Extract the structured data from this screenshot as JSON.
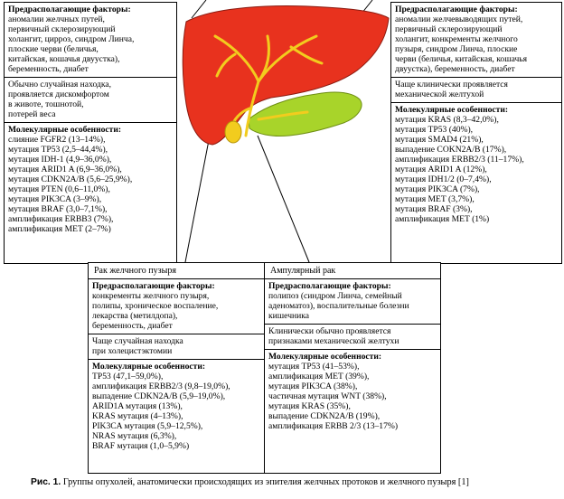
{
  "left_box": {
    "factors_title": "Предрасполагающие факторы:",
    "factors": [
      "аномалии желчных путей,",
      "первичный склерозирующий",
      "холангит, цирроз, синдром Линча,",
      "плоские черви (беличья,",
      "китайская, кошачья двуустка),",
      "беременность, диабет"
    ],
    "symptoms": [
      "Обычно случайная находка,",
      "проявляется дискомфортом",
      "в животе, тошнотой,",
      "потерей веса"
    ],
    "molecular_title": "Молекулярные особенности:",
    "molecular": [
      "слияние FGFR2 (13–14%),",
      "мутация TP53 (2,5–44,4%),",
      "мутация IDH-1 (4,9–36,0%),",
      "мутация ARID1 A (6,9–36,0%),",
      "мутация CDKN2A/B (5,6–25,9%),",
      "мутация PTEN (0,6–11,0%),",
      "мутация PIK3CA (3–9%),",
      "мутация BRAF (3,0–7,1%),",
      "амплификация ERBB3 (7%),",
      "амплификация MET (2–7%)"
    ]
  },
  "right_box": {
    "factors_title": "Предрасполагающие факторы:",
    "factors": [
      "аномалии желчевыводящих путей,",
      "первичный склерозирующий",
      "холангит, конкременты желчного",
      "пузыря, синдром Линча, плоские",
      "черви (беличья, китайская, кошачья",
      "двуустка), беременность, диабет"
    ],
    "symptoms": [
      "Чаще клинически проявляется",
      "механической желтухой"
    ],
    "molecular_title": "Молекулярные особенности:",
    "molecular": [
      "мутация KRAS (8,3–42,0%),",
      "мутация TP53 (40%),",
      "мутация SMAD4 (21%),",
      "выпадение COKN2A/B (17%),",
      "амплификация ERBB2/3 (11–17%),",
      "мутация ARID1 A (12%),",
      "мутация IDH1/2 (0–7,4%),",
      "мутация PIK3CA (7%),",
      "мутация MET (3,7%),",
      "мутация BRAF (3%),",
      "амплификация MET (1%)"
    ]
  },
  "gallbladder_box": {
    "title": "Рак желчного пузыря",
    "factors_title": "Предрасполагающие факторы:",
    "factors": [
      "конкременты желчного пузыря,",
      "полипы, хроническое воспаление,",
      "лекарства (метилдопа),",
      "беременность, диабет"
    ],
    "symptoms": [
      "Чаще случайная находка",
      "при холецистэктомии"
    ],
    "molecular_title": "Молекулярные особенности:",
    "molecular": [
      "TP53 (47,1–59,0%),",
      "амплификация ERBB2/3 (9,8–19,0%),",
      "выпадение CDKN2A/B (5,9–19,0%),",
      "ARID1A мутация (13%),",
      "KRAS мутация (4–13%),",
      "PIK3CA мутация (5,9–12,5%),",
      "NRAS мутация (6,3%),",
      "BRAF мутация (1,0–5,9%)"
    ]
  },
  "ampullary_box": {
    "title": "Ампулярный рак",
    "factors_title": "Предрасполагающие факторы:",
    "factors": [
      "полипоз (синдром Линча, семейный",
      "аденоматоз), воспалительные болезни",
      "кишечника"
    ],
    "symptoms": [
      "Клинически обычно проявляется",
      "признаками механической желтухи"
    ],
    "molecular_title": "Молекулярные особенности:",
    "molecular": [
      "мутация TP53 (41–53%),",
      "амплификация MET (39%),",
      "мутация PIK3CA (38%),",
      "частичная мутация WNT (38%),",
      "мутация KRAS (35%),",
      "выпадение CDKN2A/B (19%),",
      "амплификация ERBB 2/3 (13–17%)"
    ]
  },
  "caption": {
    "label": "Рис. 1.",
    "text": "Группы опухолей, анатомически происходящих из эпителия желчных протоков и желчного пузыря [1]"
  },
  "colors": {
    "liver": "#e8321e",
    "pancreas": "#a8d42a",
    "ducts": "#f2cc1e",
    "lines": "#000000"
  }
}
